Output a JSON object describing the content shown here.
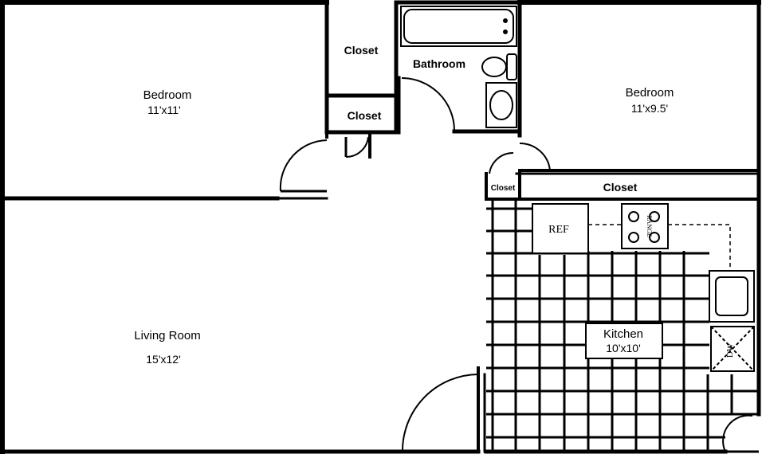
{
  "rooms": {
    "bedroom_left": {
      "name": "Bedroom",
      "size": "11'x11'"
    },
    "bedroom_right": {
      "name": "Bedroom",
      "size": "11'x9.5'"
    },
    "living_room": {
      "name": "Living Room",
      "size": "15'x12'"
    },
    "kitchen": {
      "name": "Kitchen",
      "size": "10'x10'"
    },
    "bathroom": {
      "name": "Bathroom"
    },
    "closet_top": {
      "name": "Closet"
    },
    "closet_middle": {
      "name": "Closet"
    },
    "closet_small": {
      "name": "Closet"
    },
    "closet_right": {
      "name": "Closet"
    }
  },
  "appliances": {
    "refrigerator": "REF",
    "range": "RANGE",
    "dishwasher": "DW"
  }
}
